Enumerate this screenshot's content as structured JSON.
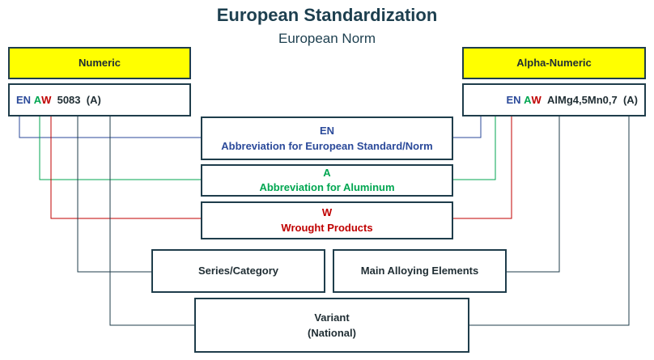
{
  "header": {
    "title": "European Standardization",
    "subtitle": "European Norm"
  },
  "numeric": {
    "label": "Numeric",
    "en": "EN",
    "a": "A",
    "w": "W",
    "number": "5083",
    "variant": "(A)"
  },
  "alpha_numeric": {
    "label": "Alpha-Numeric",
    "en": "EN",
    "a": "A",
    "w": "W",
    "designation": "AlMg4,5Mn0,7",
    "variant": "(A)"
  },
  "boxes": {
    "en": {
      "code": "EN",
      "description": "Abbreviation for European Standard/Norm"
    },
    "a": {
      "code": "A",
      "description": "Abbreviation for Aluminum"
    },
    "w": {
      "code": "W",
      "description": "Wrought Products"
    },
    "series": "Series/Category",
    "alloying": "Main Alloying Elements",
    "variant_title": "Variant",
    "variant_sub": "(National)"
  },
  "colors": {
    "en": "#2b4a9a",
    "a": "#00a651",
    "w": "#c00000",
    "dark": "#1f3d4b",
    "label_bg": "#ffff00"
  }
}
